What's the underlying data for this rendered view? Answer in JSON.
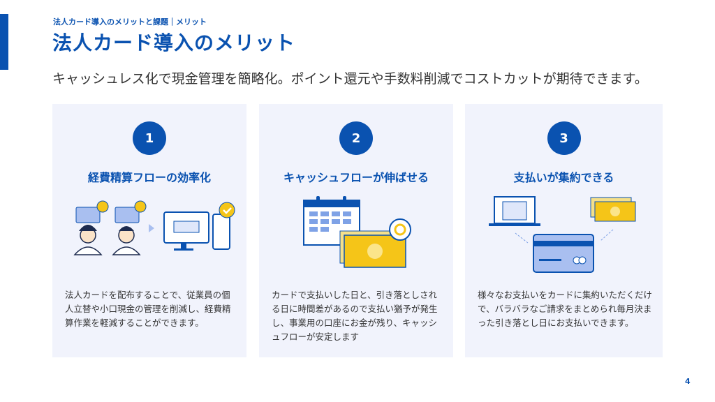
{
  "breadcrumb": "法人カード導入のメリットと課題｜メリット",
  "title": "法人カード導入のメリット",
  "subtitle": "キャッシュレス化で現金管理を簡略化。ポイント還元や手数料削減でコストカットが期待できます。",
  "cards": [
    {
      "number": "1",
      "heading": "経費精算フローの効率化",
      "text": "法人カードを配布することで、従業員の個人立替や小口現金の管理を削減し、経費精算作業を軽減することができます。",
      "icon": "employees-to-computer-icon"
    },
    {
      "number": "2",
      "heading": "キャッシュフローが伸ばせる",
      "text": "カードで支払いした日と、引き落としされる日に時間差があるので支払い猶予が発生し、事業用の口座にお金が残り、キャッシュフローが安定します",
      "icon": "calendar-money-icon"
    },
    {
      "number": "3",
      "heading": "支払いが集約できる",
      "text": "様々なお支払いをカードに集約いただくだけで、バラバラなご請求をまとめられ毎月決まった引き落とし日にお支払いできます。",
      "icon": "bills-to-card-icon"
    }
  ],
  "page_number": "4",
  "colors": {
    "accent": "#0a52b0",
    "card_bg": "#f1f3fc",
    "gold": "#f5c518"
  }
}
